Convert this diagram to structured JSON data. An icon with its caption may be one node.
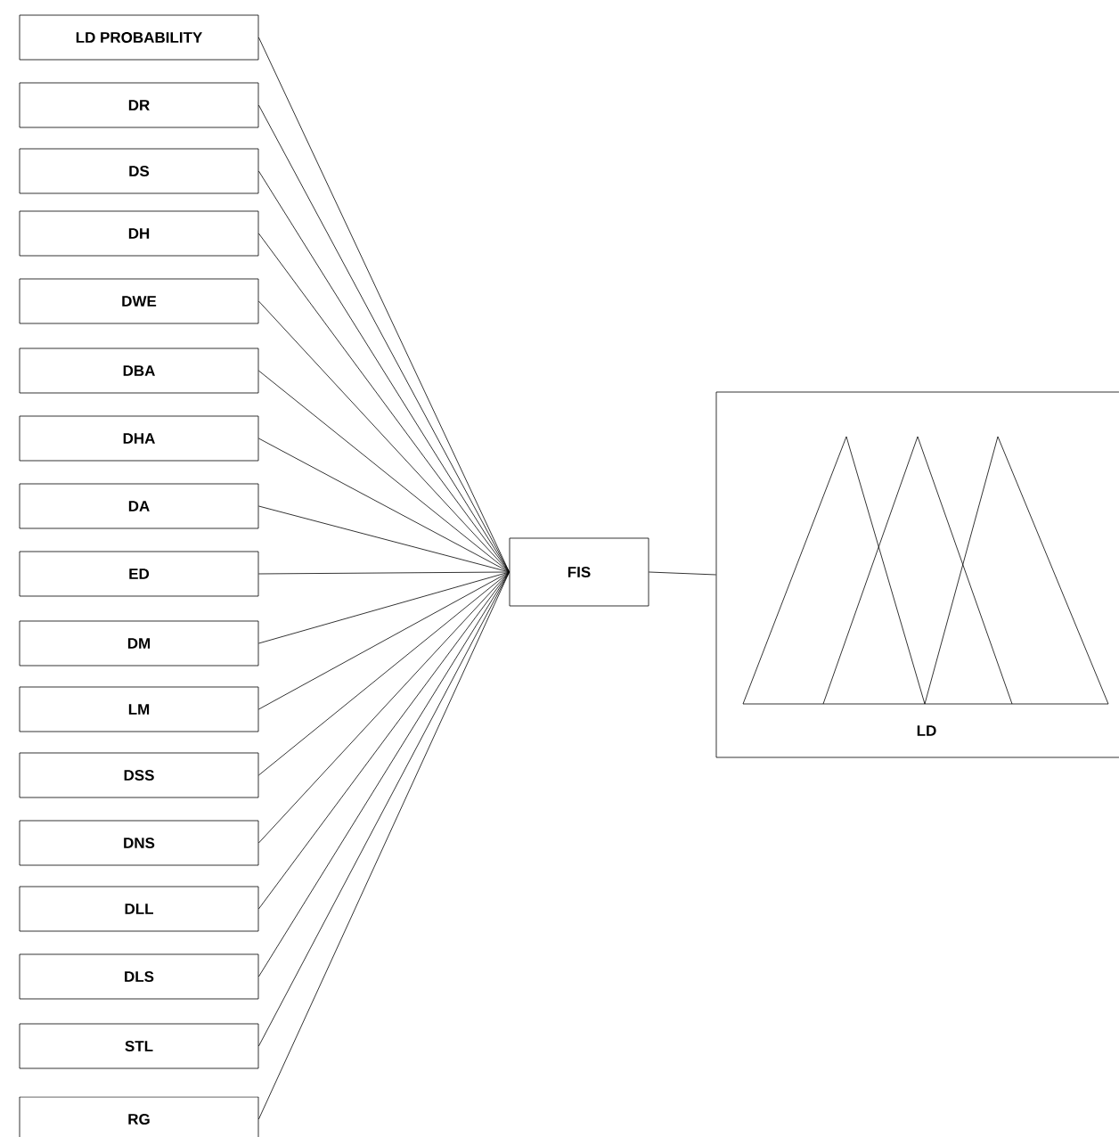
{
  "diagram": {
    "nodes": [
      {
        "text": [
          "LD PROBABILITY"
        ]
      },
      {
        "text": [
          "DR"
        ]
      },
      {
        "text": [
          "DS"
        ]
      },
      {
        "text": [
          "DH"
        ]
      },
      {
        "text": [
          "DWE"
        ]
      },
      {
        "text": [
          "DBA"
        ]
      },
      {
        "text": [
          "DHA"
        ]
      },
      {
        "text": [
          "DA"
        ]
      },
      {
        "text": [
          "ED"
        ]
      },
      {
        "text": [
          "DM"
        ]
      },
      {
        "text": [
          "LM"
        ]
      },
      {
        "text": [
          "DSS"
        ]
      },
      {
        "text": [
          "DNS"
        ]
      },
      {
        "text": [
          "DLL"
        ]
      },
      {
        "text": [
          "DLS"
        ]
      },
      {
        "text": [
          "STL"
        ]
      },
      {
        "text": [
          "RG"
        ]
      },
      {
        "text": [
          "FIS"
        ]
      },
      {
        "text": [
          "LD"
        ]
      }
    ],
    "edges": [
      {
        "from": 0,
        "to": 17,
        "arrow": "none"
      },
      {
        "from": 1,
        "to": 17,
        "arrow": "none"
      },
      {
        "from": 2,
        "to": 17,
        "arrow": "none"
      },
      {
        "from": 3,
        "to": 17,
        "arrow": "none"
      },
      {
        "from": 4,
        "to": 17,
        "arrow": "none"
      },
      {
        "from": 5,
        "to": 17,
        "arrow": "none"
      },
      {
        "from": 6,
        "to": 17,
        "arrow": "none"
      },
      {
        "from": 7,
        "to": 17,
        "arrow": "none"
      },
      {
        "from": 8,
        "to": 17,
        "arrow": "none"
      },
      {
        "from": 9,
        "to": 17,
        "arrow": "none"
      },
      {
        "from": 10,
        "to": 17,
        "arrow": "none"
      },
      {
        "from": 11,
        "to": 17,
        "arrow": "none"
      },
      {
        "from": 12,
        "to": 17,
        "arrow": "none"
      },
      {
        "from": 13,
        "to": 17,
        "arrow": "none"
      },
      {
        "from": 14,
        "to": 17,
        "arrow": "none"
      },
      {
        "from": 15,
        "to": 17,
        "arrow": "none"
      },
      {
        "from": 16,
        "to": 17,
        "arrow": "none"
      },
      {
        "from": 17,
        "to": 18,
        "arrow": "none"
      }
    ]
  }
}
